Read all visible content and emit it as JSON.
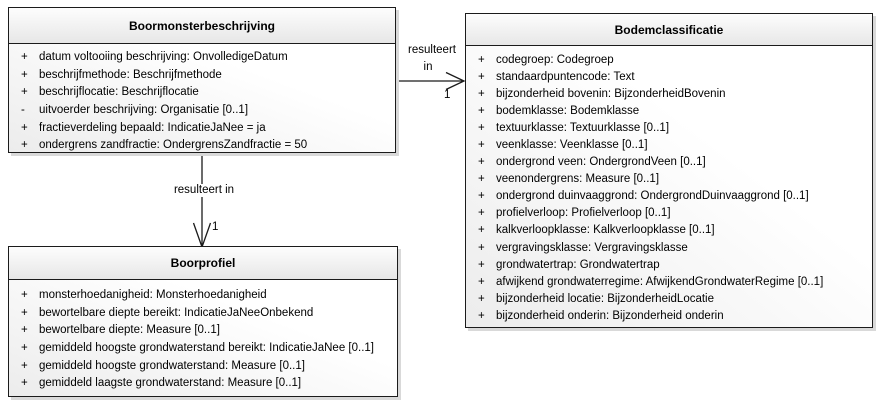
{
  "colors": {
    "background": "#ffffff",
    "class_border": "#1b1b1b",
    "class_fill_light": "#ffffff",
    "class_fill_dark": "#ececec",
    "shadow": "#d9d9d9",
    "text": "#000000"
  },
  "classes": [
    {
      "name": "Boormonsterbeschrijving",
      "attributes": [
        {
          "vis": "+",
          "text": "datum voltooiing beschrijving: OnvolledigeDatum"
        },
        {
          "vis": "+",
          "text": "beschrijfmethode: Beschrijfmethode"
        },
        {
          "vis": "+",
          "text": "beschrijflocatie: Beschrijflocatie"
        },
        {
          "vis": "-",
          "text": "uitvoerder beschrijving: Organisatie [0..1]"
        },
        {
          "vis": "+",
          "text": "fractieverdeling bepaald: IndicatieJaNee = ja"
        },
        {
          "vis": "+",
          "text": "ondergrens zandfractie: OndergrensZandfractie = 50"
        }
      ]
    },
    {
      "name": "Bodemclassificatie",
      "attributes": [
        {
          "vis": "+",
          "text": "codegroep: Codegroep"
        },
        {
          "vis": "+",
          "text": "standaardpuntencode: Text"
        },
        {
          "vis": "+",
          "text": "bijzonderheid bovenin: BijzonderheidBovenin"
        },
        {
          "vis": "+",
          "text": "bodemklasse: Bodemklasse"
        },
        {
          "vis": "+",
          "text": "textuurklasse: Textuurklasse [0..1]"
        },
        {
          "vis": "+",
          "text": "veenklasse: Veenklasse [0..1]"
        },
        {
          "vis": "+",
          "text": "ondergrond veen: OndergrondVeen [0..1]"
        },
        {
          "vis": "+",
          "text": "veenondergrens: Measure [0..1]"
        },
        {
          "vis": "+",
          "text": "ondergrond duinvaaggrond: OndergrondDuinvaaggrond [0..1]"
        },
        {
          "vis": "+",
          "text": "profielverloop: Profielverloop [0..1]"
        },
        {
          "vis": "+",
          "text": "kalkverloopklasse: Kalkverloopklasse [0..1]"
        },
        {
          "vis": "+",
          "text": "vergravingsklasse: Vergravingsklasse"
        },
        {
          "vis": "+",
          "text": "grondwatertrap: Grondwatertrap"
        },
        {
          "vis": "+",
          "text": "afwijkend grondwaterregime: AfwijkendGrondwaterRegime [0..1]"
        },
        {
          "vis": "+",
          "text": "bijzonderheid locatie: BijzonderheidLocatie"
        },
        {
          "vis": "+",
          "text": "bijzonderheid onderin: Bijzonderheid onderin"
        }
      ]
    },
    {
      "name": "Boorprofiel",
      "attributes": [
        {
          "vis": "+",
          "text": "monsterhoedanigheid: Monsterhoedanigheid"
        },
        {
          "vis": "+",
          "text": "bewortelbare diepte bereikt: IndicatieJaNeeOnbekend"
        },
        {
          "vis": "+",
          "text": "bewortelbare diepte: Measure [0..1]"
        },
        {
          "vis": "+",
          "text": "gemiddeld hoogste grondwaterstand bereikt: IndicatieJaNee [0..1]"
        },
        {
          "vis": "+",
          "text": "gemiddeld hoogste grondwaterstand: Measure [0..1]"
        },
        {
          "vis": "+",
          "text": "gemiddeld laagste grondwaterstand: Measure [0..1]"
        }
      ]
    }
  ],
  "connectors": [
    {
      "from": "Boormonsterbeschrijving",
      "to": "Bodemclassificatie",
      "name": "resulteert in",
      "name_lines": [
        "resulteert",
        "in"
      ],
      "multiplicity": "1"
    },
    {
      "from": "Boormonsterbeschrijving",
      "to": "Boorprofiel",
      "name": "resulteert in",
      "multiplicity": "1"
    }
  ]
}
